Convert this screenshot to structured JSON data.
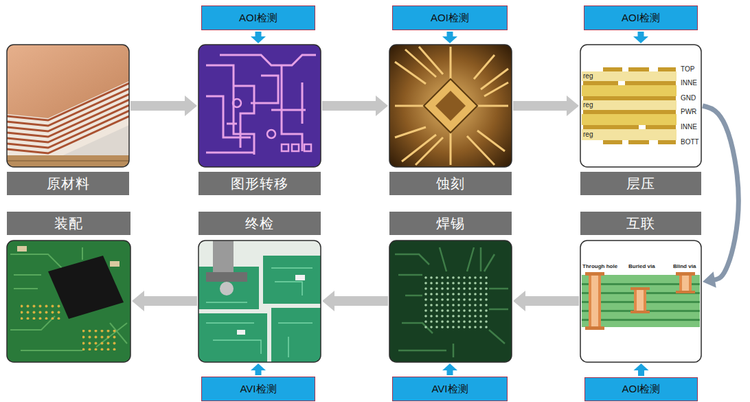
{
  "diagram": {
    "nodes": [
      {
        "text": [
          "AOI检测"
        ]
      },
      {
        "text": [
          "AOI检测"
        ]
      },
      {
        "text": [
          "AOI检测"
        ]
      },
      {
        "text": [
          "原材料"
        ]
      },
      {
        "text": [
          "图形转移"
        ]
      },
      {
        "text": [
          "蚀刻"
        ]
      },
      {
        "text": [
          "层压"
        ]
      },
      {
        "text": [
          "装配"
        ]
      },
      {
        "text": [
          "终检"
        ]
      },
      {
        "text": [
          "焊锡"
        ]
      },
      {
        "text": [
          "互联"
        ]
      },
      {
        "text": [
          "AVI检测"
        ]
      },
      {
        "text": [
          "AVI检测"
        ]
      },
      {
        "text": [
          "AOI检测"
        ]
      }
    ],
    "edges": [
      {
        "from": 3,
        "to": 4,
        "arrow": "to"
      },
      {
        "from": 4,
        "to": 5,
        "arrow": "to"
      },
      {
        "from": 5,
        "to": 6,
        "arrow": "to"
      },
      {
        "from": 6,
        "to": 10,
        "arrow": "to"
      },
      {
        "from": 10,
        "to": 9,
        "arrow": "to"
      },
      {
        "from": 9,
        "to": 8,
        "arrow": "to"
      },
      {
        "from": 8,
        "to": 7,
        "arrow": "to"
      },
      {
        "from": 0,
        "to": 4,
        "arrow": "to"
      },
      {
        "from": 1,
        "to": 5,
        "arrow": "to"
      },
      {
        "from": 2,
        "to": 6,
        "arrow": "to"
      },
      {
        "from": 13,
        "to": 10,
        "arrow": "to"
      },
      {
        "from": 11,
        "to": 8,
        "arrow": "to"
      },
      {
        "from": 12,
        "to": 9,
        "arrow": "to"
      }
    ],
    "labels": [
      "TOP",
      "reg",
      "INNE",
      "GND",
      "reg",
      "PWR",
      "INNE",
      "reg",
      "BOTT",
      "Through hole",
      "Buried via",
      "Blind via"
    ]
  }
}
